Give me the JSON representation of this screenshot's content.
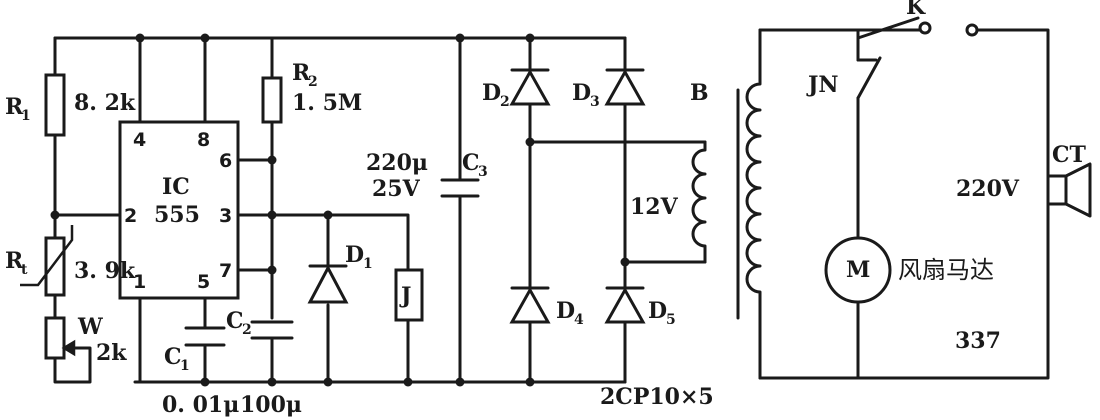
{
  "labels": {
    "r1": "R",
    "r1_sub": "1",
    "r1_value": "8. 2k",
    "r2": "R",
    "r2_sub": "2",
    "r2_value": "1. 5M",
    "rt": "R",
    "rt_sub": "t",
    "rt_value": "3. 9k",
    "w": "W",
    "w_value": "2k",
    "c1": "C",
    "c1_sub": "1",
    "c1_value": "0. 01μ",
    "c2": "C",
    "c2_sub": "2",
    "c2_value": "100μ",
    "c3": "C",
    "c3_sub": "3",
    "c3_value_1": "220μ",
    "c3_value_2": "25V",
    "ic_name": "IC",
    "ic_type": "555",
    "pin_4": "4",
    "pin_8": "8",
    "pin_6": "6",
    "pin_2": "2",
    "pin_3": "3",
    "pin_7": "7",
    "pin_1": "1",
    "pin_5": "5",
    "d1": "D",
    "d1_sub": "1",
    "d2": "D",
    "d2_sub": "2",
    "d3": "D",
    "d3_sub": "3",
    "d4": "D",
    "d4_sub": "4",
    "d5": "D",
    "d5_sub": "5",
    "relay": "J",
    "bridge_part": "2CP10×5",
    "transformer": "B",
    "secondary_voltage": "12V",
    "mains_voltage": "220V",
    "switch": "K",
    "relay_contact": "JN",
    "motor": "M",
    "motor_name": "风扇马达",
    "motor_model": "337",
    "plug": "CT"
  }
}
